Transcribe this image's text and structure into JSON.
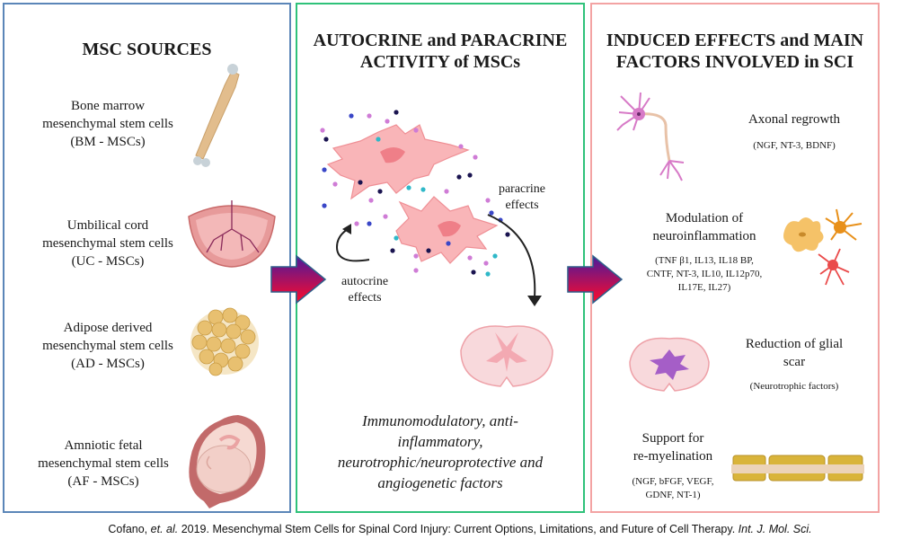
{
  "panels": {
    "sources": {
      "title": "MSC SOURCES",
      "items": [
        {
          "line1": "Bone marrow",
          "line2": "mesenchymal stem cells",
          "line3": "(BM - MSCs)",
          "icon": "bone-icon"
        },
        {
          "line1": "Umbilical cord",
          "line2": "mesenchymal stem cells",
          "line3": "(UC - MSCs)",
          "icon": "umbilical-cord-placenta-icon"
        },
        {
          "line1": "Adipose derived",
          "line2": "mesenchymal stem cells",
          "line3": "(AD - MSCs)",
          "icon": "adipose-tissue-icon"
        },
        {
          "line1": "Amniotic fetal",
          "line2": "mesenchymal stem cells",
          "line3": "(AF - MSCs)",
          "icon": "fetus-uterus-icon"
        }
      ]
    },
    "activity": {
      "title_line1": "AUTOCRINE and PARACRINE",
      "title_line2": "ACTIVITY of MSCs",
      "paracrine_line1": "paracrine",
      "paracrine_line2": "effects",
      "autocrine_line1": "autocrine",
      "autocrine_line2": "effects",
      "factors_line1": "Immunomodulatory, anti-",
      "factors_line2": "inflammatory,",
      "factors_line3": "neurotrophic/neuroprotective and",
      "factors_line4": "angiogenetic factors"
    },
    "effects": {
      "title_line1": "INDUCED EFFECTS and MAIN",
      "title_line2": "FACTORS INVOLVED in SCI",
      "items": [
        {
          "label_line1": "Axonal regrowth",
          "label_line2": "",
          "factors_line1": "(NGF, NT-3, BDNF)",
          "factors_line2": "",
          "factors_line3": "",
          "icon": "neuron-icon"
        },
        {
          "label_line1": "Modulation of",
          "label_line2": "neuroinflammation",
          "factors_line1": "(TNF β1, IL13, IL18 BP,",
          "factors_line2": "CNTF, NT-3, IL10, IL12p70,",
          "factors_line3": "IL17E, IL27)",
          "icon": "glial-cells-icon"
        },
        {
          "label_line1": "Reduction of glial",
          "label_line2": "scar",
          "factors_line1": "(Neurotrophic factors)",
          "factors_line2": "",
          "factors_line3": "",
          "icon": "spinal-cord-scar-icon"
        },
        {
          "label_line1": "Support for",
          "label_line2": "re-myelination",
          "factors_line1": "(NGF, bFGF, VEGF,",
          "factors_line2": "GDNF, NT-1)",
          "factors_line3": "",
          "icon": "myelin-sheath-icon"
        }
      ]
    }
  },
  "colors": {
    "panel1_border": "#5b86b8",
    "panel2_border": "#2fc27a",
    "panel3_border": "#f3a3a3",
    "arrow_top": "#5a1aa0",
    "arrow_bottom": "#ff0a2a"
  },
  "caption": {
    "author": "Cofano, ",
    "etal": "et. al.",
    "text": " 2019. Mesenchymal Stem Cells for Spinal Cord Injury: Current Options, Limitations, and Future of Cell Therapy. ",
    "journal": "Int. J. Mol. Sci."
  }
}
